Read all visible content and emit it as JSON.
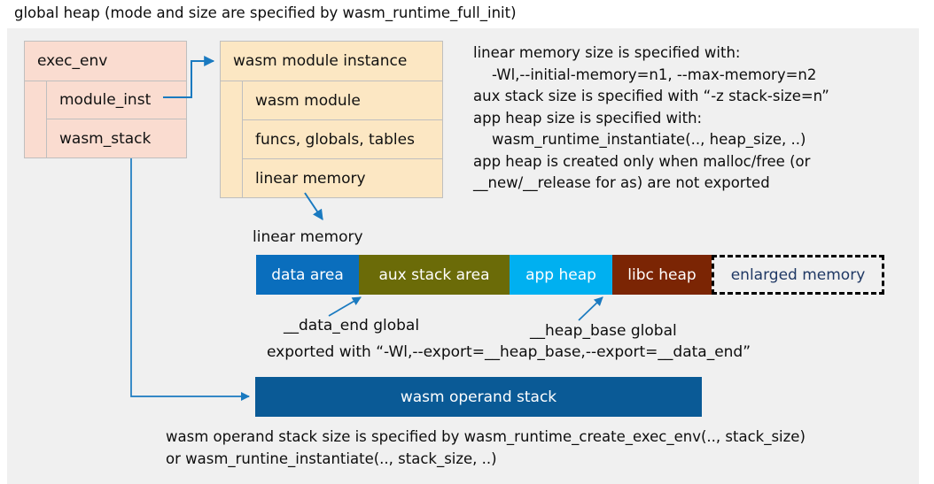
{
  "page": {
    "title": "global heap (mode and size are specified by wasm_runtime_full_init)",
    "panel_bg": "#f0f0f0",
    "canvas_bg": "#ffffff"
  },
  "exec_env": {
    "header_label": "exec_env",
    "fill": "#fadcd0",
    "fields": [
      {
        "label": "module_inst"
      },
      {
        "label": "wasm_stack"
      }
    ]
  },
  "wasm_module_instance": {
    "header_label": "wasm module instance",
    "fill": "#fce7c3",
    "fields": [
      {
        "label": "wasm module"
      },
      {
        "label": "funcs, globals, tables"
      },
      {
        "label": "linear memory"
      }
    ]
  },
  "notes": {
    "text": "linear memory size is specified with:\n    -Wl,--initial-memory=n1, --max-memory=n2\naux stack size is specified with “-z stack-size=n”\napp heap size is specified with:\n    wasm_runtime_instantiate(.., heap_size, ..)\napp heap is created only when malloc/free (or\n__new/__release for as) are not exported"
  },
  "linear_memory": {
    "caption": "linear memory",
    "segments": [
      {
        "label": "data area",
        "color": "#0a6ebd",
        "text_color": "#ffffff",
        "width": 116
      },
      {
        "label": "aux stack area",
        "color": "#6b6b08",
        "text_color": "#ffffff",
        "width": 170
      },
      {
        "label": "app heap",
        "color": "#00b0f0",
        "text_color": "#ffffff",
        "width": 116
      },
      {
        "label": "libc heap",
        "color": "#7b2504",
        "text_color": "#ffffff",
        "width": 112
      },
      {
        "label": "enlarged memory",
        "color": "#f0f0f0",
        "text_color": "#1f3864",
        "width": 195,
        "dashed": true
      }
    ]
  },
  "annotations": {
    "data_end": "__data_end global",
    "heap_base": "__heap_base global",
    "exported_with": "exported with “-Wl,--export=__heap_base,--export=__data_end”"
  },
  "operand_stack": {
    "label": "wasm operand stack",
    "color": "#0a5a96",
    "text_color": "#ffffff"
  },
  "bottom_notes": {
    "text": "wasm operand stack size is specified by wasm_runtime_create_exec_env(.., stack_size)\nor wasm_runtine_instantiate(.., stack_size, ..)"
  },
  "connector_color": "#1a7ac0"
}
